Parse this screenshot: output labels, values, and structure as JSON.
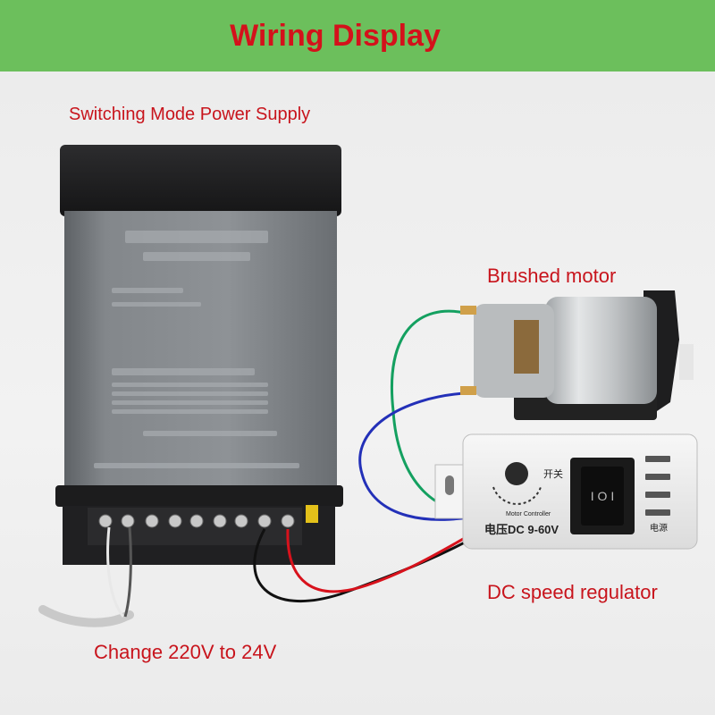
{
  "header": {
    "title": "Wiring Display"
  },
  "labels": {
    "power_supply": "Switching Mode Power Supply",
    "motor": "Brushed motor",
    "regulator": "DC speed regulator",
    "conversion": "Change 220V to 24V"
  },
  "regulator": {
    "model_text": "电压DC 9-60V",
    "subtitle": "Motor Controller",
    "power_label": "电源",
    "switch_label": "开关"
  },
  "colors": {
    "header_bg": "#6cbf5c",
    "label_red": "#c8141c",
    "wire_red": "#d8121c",
    "wire_black": "#111111",
    "wire_blue": "#2330b8",
    "wire_green": "#14a060"
  }
}
